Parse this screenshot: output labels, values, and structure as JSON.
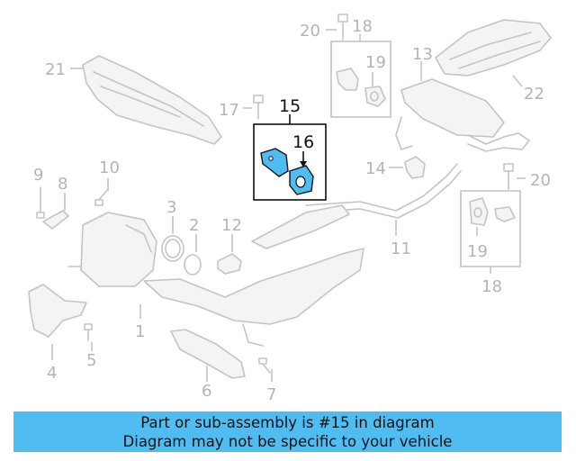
{
  "diagram": {
    "callouts": [
      "1",
      "2",
      "3",
      "4",
      "5",
      "6",
      "7",
      "8",
      "9",
      "10",
      "11",
      "12",
      "13",
      "14",
      "15",
      "16",
      "17",
      "18",
      "19",
      "20",
      "21",
      "22"
    ],
    "highlight_part": "15",
    "highlight_subpart": "16",
    "highlight_color": "#4fbcf2",
    "banner_color": "#4fbcf2"
  },
  "banner": {
    "line1": "Part or sub-assembly is #15 in diagram",
    "line2": "Diagram may not be specific to your vehicle"
  }
}
